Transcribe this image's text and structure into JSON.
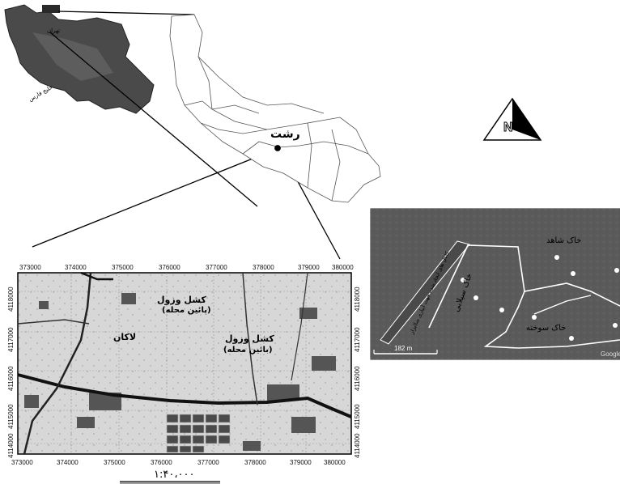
{
  "iran_map": {
    "label_tehran": "تهران",
    "label_gulf": "خلیج فارس"
  },
  "gilan_map": {
    "city_label": "رشت"
  },
  "north_arrow": {
    "letter": "N"
  },
  "topo_map": {
    "top_ticks": [
      "373000",
      "374000",
      "375000",
      "376000",
      "377000",
      "378000",
      "379000",
      "380000"
    ],
    "bottom_ticks": [
      "373000",
      "374000",
      "375000",
      "376000",
      "377000",
      "378000",
      "379000",
      "380000"
    ],
    "left_ticks": [
      "4118000",
      "4117000",
      "4116000",
      "4115000",
      "4114000"
    ],
    "right_ticks": [
      "4118000",
      "4117000",
      "4116000",
      "4115000",
      "4114000"
    ],
    "labels": {
      "a": "کشل وزول",
      "a2": "(پائین محله)",
      "b": "لاکان",
      "c": "کشل وزول",
      "c2": "(بائین محله)"
    },
    "scale_text": "۱:۴۰،۰۰۰"
  },
  "satellite": {
    "label_witness": "خاک شاهد",
    "label_flood": "خاک سیلابی",
    "label_burnt": "خاک سوخته",
    "label_canal": "کانال های ایجاد شده جهت آبیاری شالیزار",
    "scale_label": "182 m",
    "google": "Google"
  },
  "colors": {
    "land_dark": "#3a3a3a",
    "sat_bg": "#5c5c5c",
    "topo_bg": "#d9d9d9"
  }
}
